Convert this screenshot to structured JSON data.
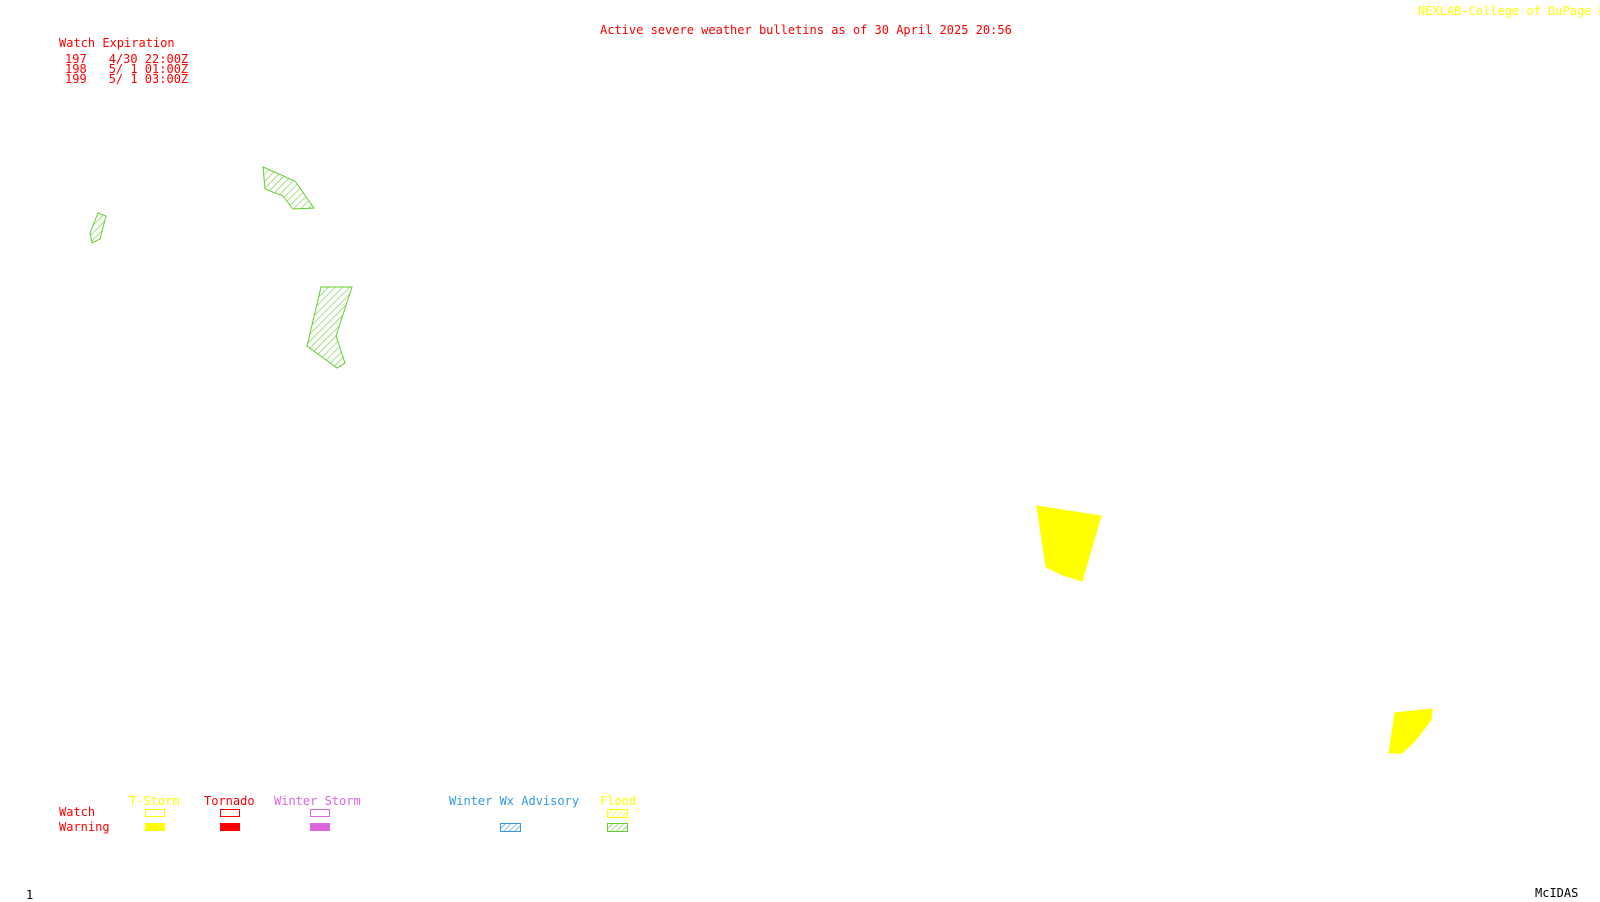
{
  "header": {
    "bulletin_title": "Active severe weather bulletins as of 30 April 2025 20:56",
    "credit": "NEXLAB-College of DuPage R"
  },
  "watch_expiration": {
    "title": "Watch Expiration",
    "watches": [
      {
        "number": "197",
        "expires": "4/30 22:00Z"
      },
      {
        "number": "198",
        "expires": "5/ 1 01:00Z"
      },
      {
        "number": "199",
        "expires": "5/ 1 03:00Z"
      }
    ]
  },
  "map_areas": [
    {
      "type": "flood-warning",
      "style": "hatched",
      "color": "#66cc33"
    },
    {
      "type": "flood-warning",
      "style": "hatched",
      "color": "#66cc33"
    },
    {
      "type": "flood-warning",
      "style": "hatched",
      "color": "#66cc33"
    },
    {
      "type": "tstorm-warning",
      "style": "filled",
      "color": "#ffff00"
    },
    {
      "type": "tstorm-warning",
      "style": "filled",
      "color": "#ffff00"
    }
  ],
  "legend": {
    "row_watch": "Watch",
    "row_warning": "Warning",
    "categories": [
      {
        "label": "T-Storm",
        "color": "#ffff00",
        "watch_style": "outline",
        "warning_style": "filled"
      },
      {
        "label": "Tornado",
        "color": "#ff0000",
        "watch_style": "outline",
        "warning_style": "filled"
      },
      {
        "label": "Winter Storm",
        "color": "#dd66dd",
        "watch_style": "outline",
        "warning_style": "filled"
      },
      {
        "label": "Winter Wx Advisory",
        "color": "#3399dd",
        "warning_style": "hatched"
      },
      {
        "label": "Flood",
        "color": "#ffff00",
        "watch_style": "hatched",
        "warning_color": "#66cc33",
        "warning_style": "hatched"
      }
    ]
  },
  "footer": {
    "frame_number": "1",
    "software": "McIDAS"
  }
}
